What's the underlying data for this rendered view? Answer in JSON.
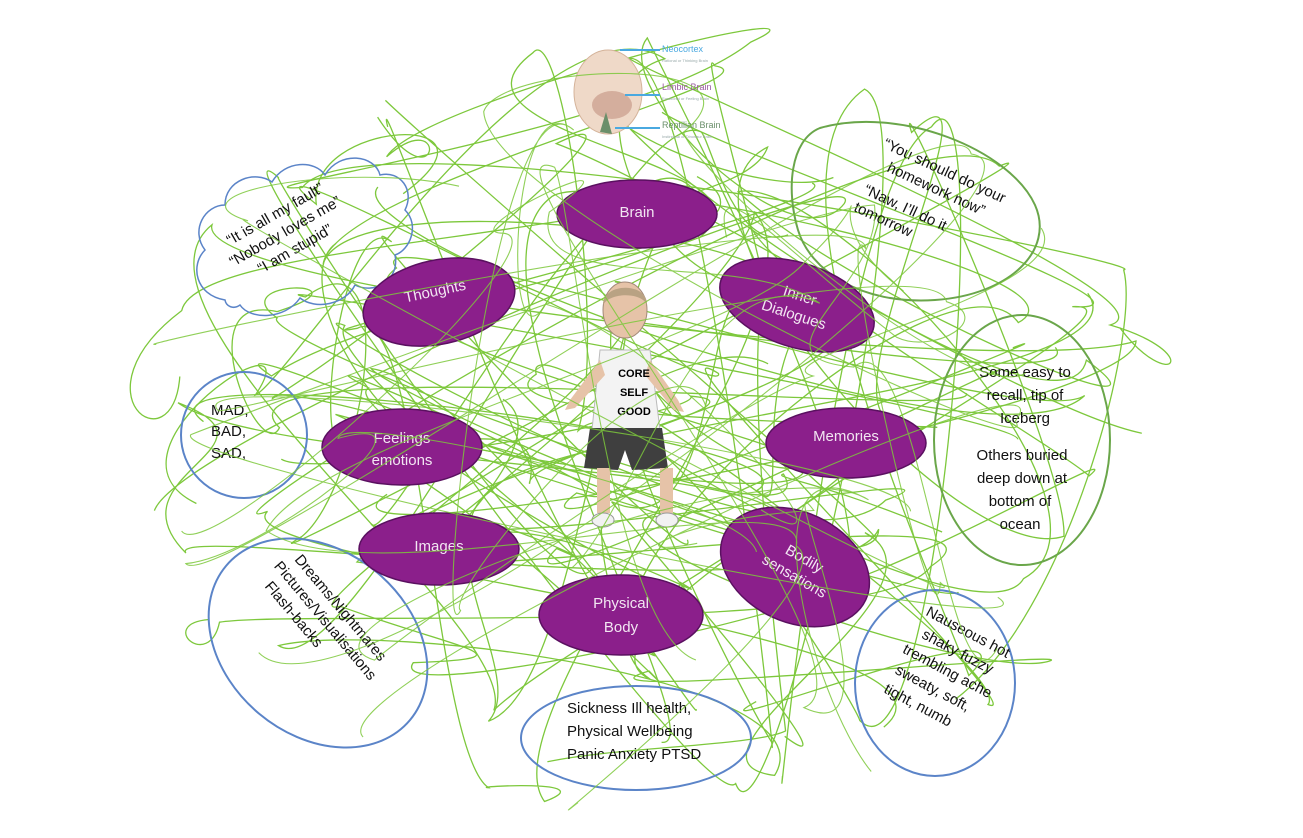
{
  "colors": {
    "scribble": "#7dc83c",
    "node_fill": "#8b1f8b",
    "node_stroke": "#5a1060",
    "blue_outline": "#5b84c8",
    "green_outline": "#6aa64a"
  },
  "brain_legend": {
    "neocortex": "Neocortex",
    "neocortex_sub": "Rational or Thinking Brain",
    "limbic": "Limbic Brain",
    "limbic_sub": "Emotional or Feeling Brain",
    "reptilian": "Reptilian Brain",
    "reptilian_sub": "Instinctual or Dinosaur Brain"
  },
  "center": {
    "core_lines": [
      "CORE",
      "SELF",
      "GOOD"
    ]
  },
  "nodes": {
    "brain": [
      "Brain"
    ],
    "thoughts": [
      "Thoughts"
    ],
    "inner_dialogues": [
      "Inner",
      "Dialogues"
    ],
    "feelings": [
      "Feelings",
      "emotions"
    ],
    "memories": [
      "Memories"
    ],
    "images": [
      "Images"
    ],
    "bodily": [
      "Bodily",
      "sensations"
    ],
    "physical_body": [
      "Physical",
      "Body"
    ]
  },
  "notes": {
    "thoughts_cloud": [
      "“It is all my fault”",
      "“Nobody loves me”",
      "“I am stupid”"
    ],
    "dialogue": [
      "“You should do your",
      "homework now”",
      "“Naw, I’ll do it",
      "tomorrow"
    ],
    "feelings": [
      "MAD,",
      "BAD,",
      "SAD,"
    ],
    "memories": [
      "Some easy to",
      "recall, tip of",
      "Iceberg",
      "Others buried",
      "deep down at",
      "bottom of",
      "ocean"
    ],
    "images": [
      "Dreams/Nightmares",
      "Pictures/Visualisations",
      "Flash-backs"
    ],
    "sensations": [
      "Nauseous  hot",
      "shaky  fuzzy",
      "trembling  ache",
      "sweaty, soft,",
      "tight, numb"
    ],
    "physical": [
      "Sickness Ill health,",
      "Physical Wellbeing",
      "Panic Anxiety PTSD"
    ]
  }
}
